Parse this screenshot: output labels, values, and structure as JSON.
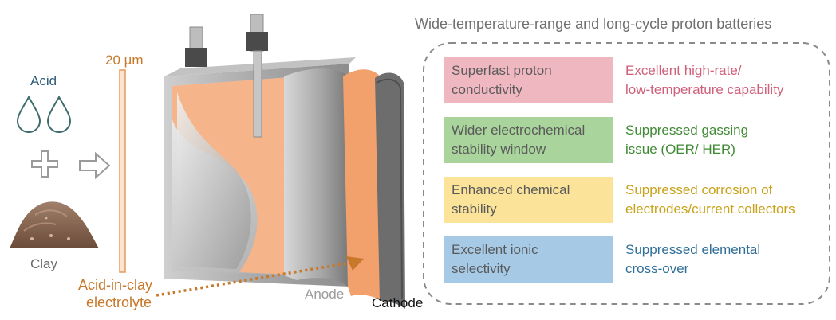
{
  "left": {
    "acid_label": "Acid",
    "clay_label": "Clay",
    "scale_label": "20 µm",
    "electrolyte_label_line1": "Acid-in-clay",
    "electrolyte_label_line2": "electrolyte"
  },
  "battery": {
    "anode_label": "Anode",
    "cathode_label": "Cathode"
  },
  "panel": {
    "title": "Wide-temperature-range and long-cycle proton batteries",
    "rows": [
      {
        "feature_line1": "Superfast proton",
        "feature_line2": "conductivity",
        "outcome_line1": "Excellent high-rate/",
        "outcome_line2": "low-temperature capability",
        "box_color": "#efb8c1",
        "text_color": "#d0607a"
      },
      {
        "feature_line1": "Wider electrochemical",
        "feature_line2": "stability window",
        "outcome_line1": "Suppressed gassing",
        "outcome_line2": "issue (OER/ HER)",
        "box_color": "#a9d49b",
        "text_color": "#3f8a34"
      },
      {
        "feature_line1": "Enhanced chemical",
        "feature_line2": "stability",
        "outcome_line1": "Suppressed corrosion of",
        "outcome_line2": "electrodes/current collectors",
        "box_color": "#fbe399",
        "text_color": "#c9a21a"
      },
      {
        "feature_line1": "Excellent ionic",
        "feature_line2": "selectivity",
        "outcome_line1": "Suppressed elemental",
        "outcome_line2": "cross-over",
        "box_color": "#a6c9e6",
        "text_color": "#2f6e98"
      }
    ]
  },
  "colors": {
    "orange_accent": "#c8782a",
    "electrolyte_orange": "#f5b48a",
    "drop_teal": "#3e6b6b",
    "grey_text": "#8a8a8a"
  }
}
